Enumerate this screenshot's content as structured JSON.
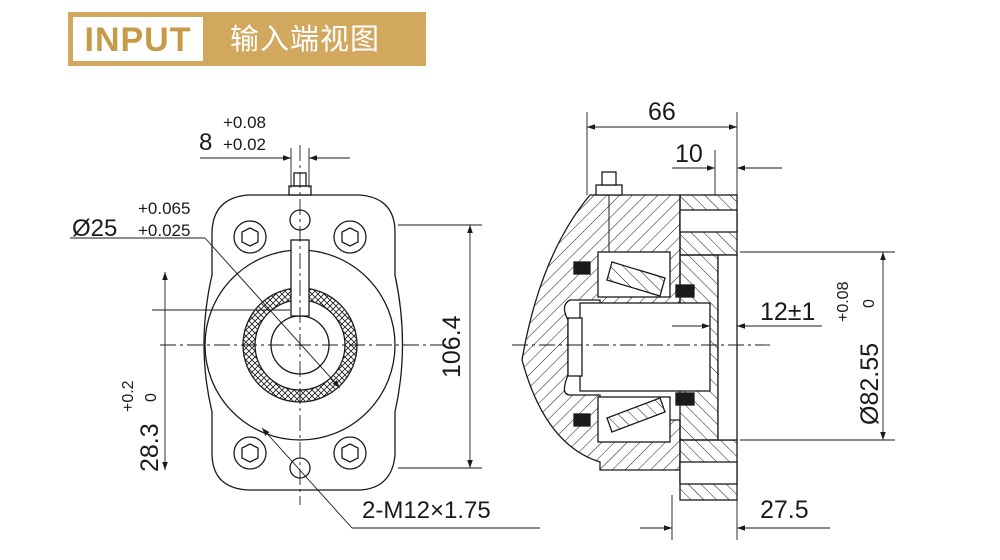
{
  "header": {
    "title_en": "INPUT",
    "title_zh": "输入端视图"
  },
  "colors": {
    "banner": "#d1a85e",
    "line": "#1a1a1a"
  },
  "front_view": {
    "dim_keyway": {
      "value": "8",
      "tol_upper": "+0.08",
      "tol_lower": "+0.02"
    },
    "dim_bore": {
      "value": "Ø25",
      "tol_upper": "+0.065",
      "tol_lower": "+0.025"
    },
    "dim_height": "106.4",
    "dim_keyheight": {
      "value": "28.3",
      "tol_upper": "+0.2",
      "tol_lower": "0"
    },
    "thread_callout": "2-M12×1.75"
  },
  "side_view": {
    "dim_length": "66",
    "dim_flange": "10",
    "dim_depth": "12±1",
    "dim_pilot": {
      "value": "Ø82.55",
      "tol_upper": "+0.08",
      "tol_lower": "0"
    },
    "dim_bottom": "27.5"
  }
}
